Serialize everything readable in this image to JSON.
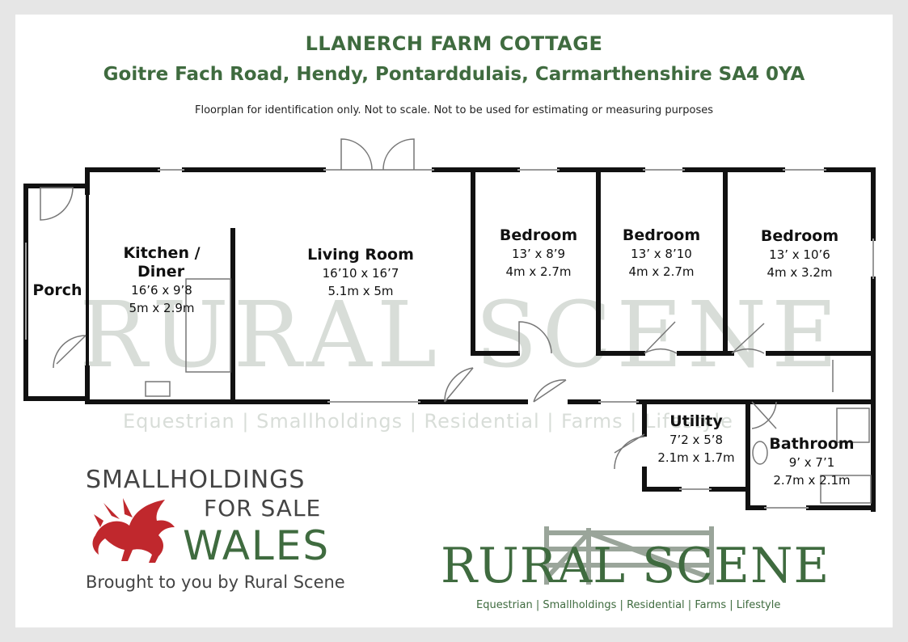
{
  "header": {
    "title": "LLANERCH FARM COTTAGE",
    "address": "Goitre Fach Road, Hendy, Pontarddulais, Carmarthenshire SA4 0YA",
    "disclaimer": "Floorplan for identification only. Not to scale. Not to be used for estimating or measuring purposes"
  },
  "rooms": {
    "porch": {
      "name": "Porch"
    },
    "kitchen": {
      "name_line1": "Kitchen /",
      "name_line2": "Diner",
      "imperial": "16’6 x 9’8",
      "metric": "5m x 2.9m"
    },
    "living": {
      "name": "Living Room",
      "imperial": "16’10  x 16’7",
      "metric": "5.1m x 5m"
    },
    "bedroom1": {
      "name": "Bedroom",
      "imperial": "13’ x 8’9",
      "metric": "4m x 2.7m"
    },
    "bedroom2": {
      "name": "Bedroom",
      "imperial": "13’ x 8’10",
      "metric": "4m x 2.7m"
    },
    "bedroom3": {
      "name": "Bedroom",
      "imperial": "13’ x 10’6",
      "metric": "4m x 3.2m"
    },
    "utility": {
      "name": "Utility",
      "imperial": "7’2 x 5’8",
      "metric": "2.1m x 1.7m"
    },
    "bathroom": {
      "name": "Bathroom",
      "imperial": "9’ x 7’1",
      "metric": "2.7m x 2.1m"
    }
  },
  "watermark": {
    "name": "RURAL SCENE",
    "tagline": "Equestrian | Smallholdings | Residential | Farms | Lifestyle"
  },
  "smallholdings_logo": {
    "line1": "SMALLHOLDINGS",
    "line2": "FOR SALE",
    "line3": "WALES",
    "tagline": "Brought to you by Rural Scene"
  },
  "ruralscene_logo": {
    "name": "RURAL SCENE",
    "tagline": "Equestrian | Smallholdings | Residential | Farms | Lifestyle"
  },
  "colors": {
    "brand_green": "#3f6b3f",
    "dragon_red": "#c0282d",
    "wall": "#111111"
  }
}
